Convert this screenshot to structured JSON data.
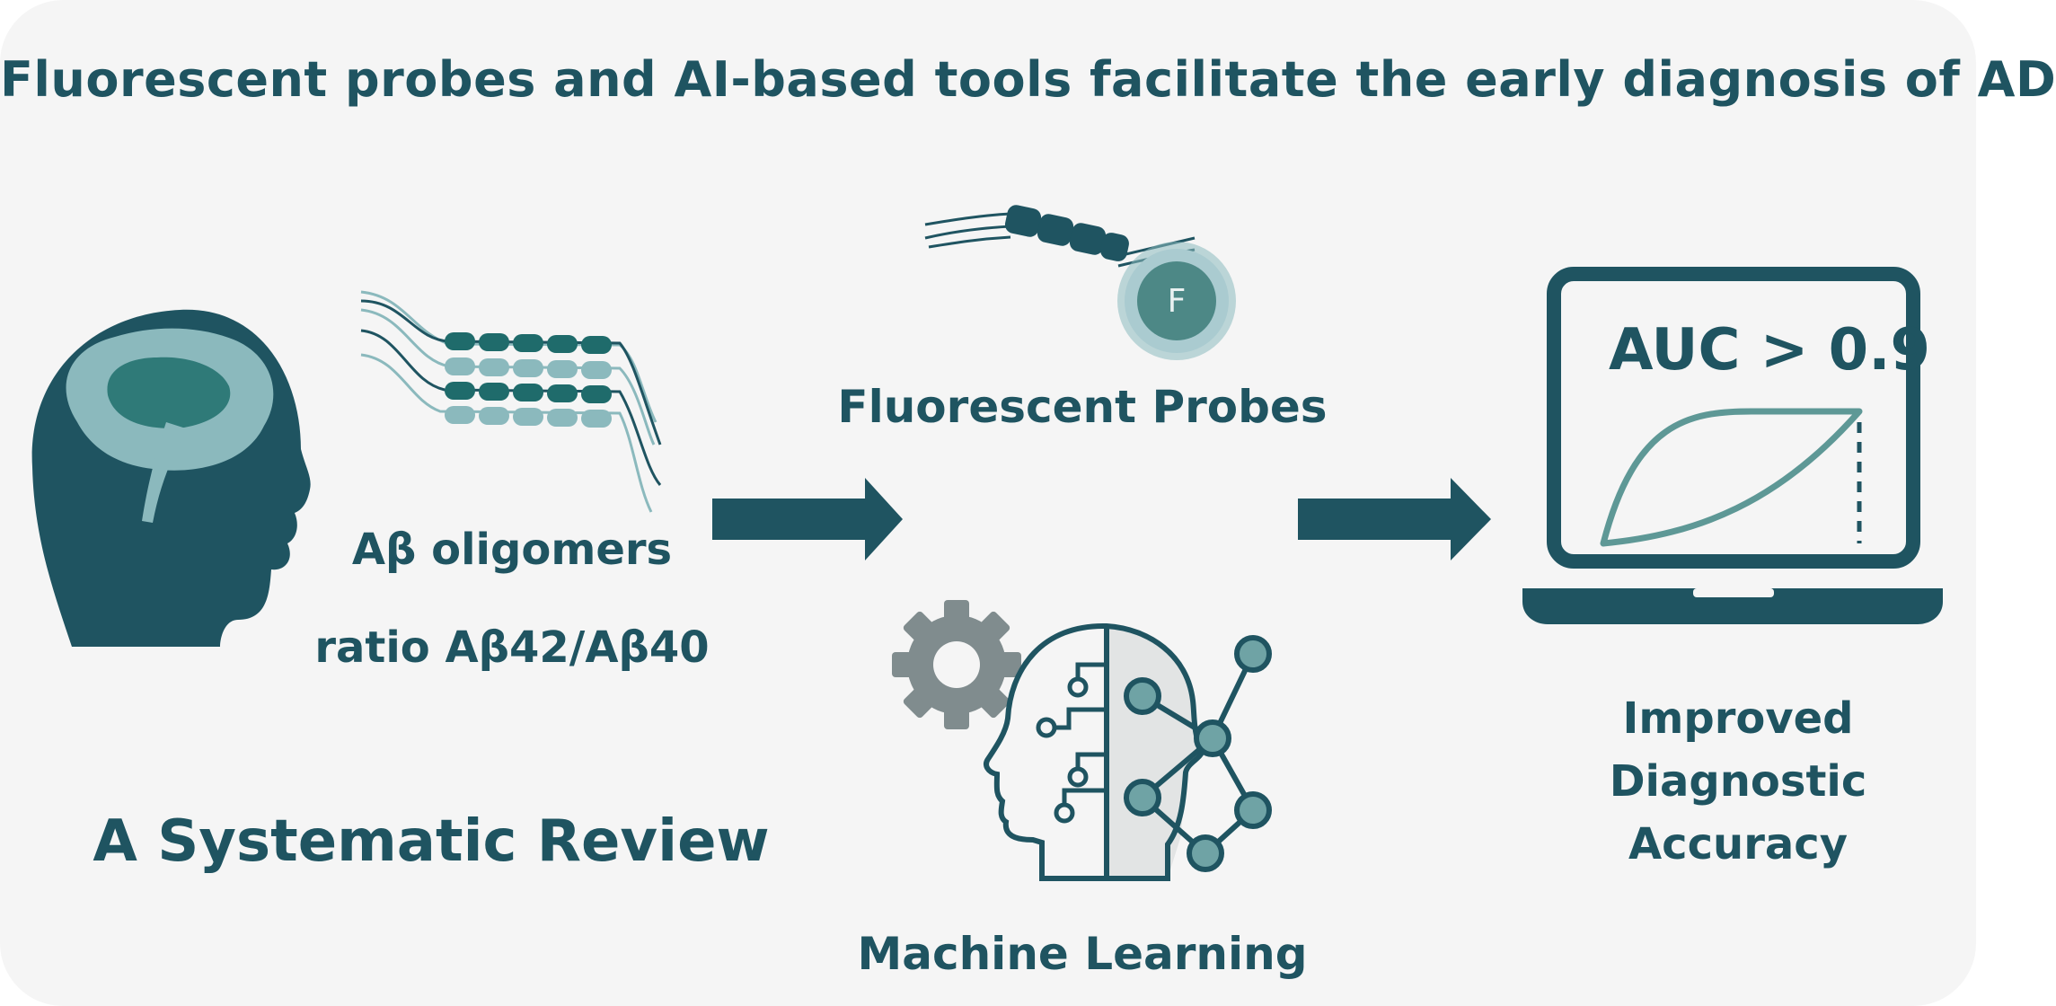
{
  "title": "Fluorescent probes and AI-based tools facilitate the early diagnosis of AD",
  "left": {
    "oligomers_label": "Aβ oligomers",
    "ratio_label": "ratio Aβ42/Aβ40",
    "review_label": "A Systematic Review"
  },
  "middle": {
    "probe_badge": "F",
    "probes_label": "Fluorescent Probes",
    "ml_label": "Machine Learning"
  },
  "right": {
    "auc_label": "AUC > 0.9",
    "result_lines": [
      "Improved",
      "Diagnostic",
      "Accuracy"
    ]
  },
  "colors": {
    "background": "#f5f5f5",
    "dark_teal": "#1f5461",
    "mid_teal": "#2f7a78",
    "light_teal": "#8bb9bd",
    "gear_gray": "#808c8e"
  }
}
